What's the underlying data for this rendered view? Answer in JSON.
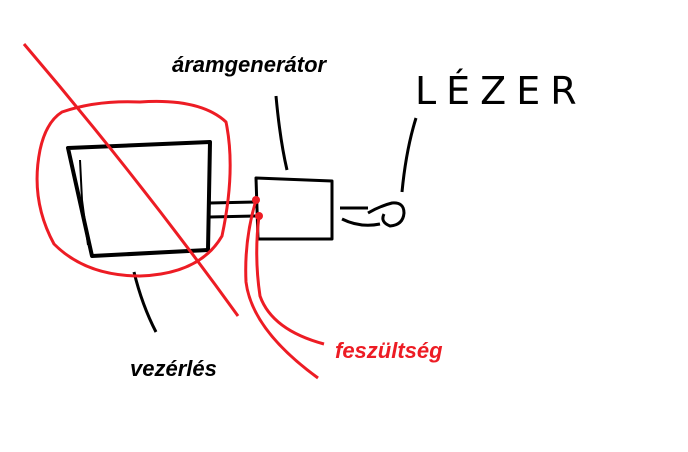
{
  "labels": {
    "current_generator": "áramgenerátor",
    "laser": "LÉZER",
    "control": "vezérlés",
    "voltage": "feszültség"
  },
  "colors": {
    "ink": "#000000",
    "red": "#ed1c24",
    "background": "#ffffff"
  }
}
